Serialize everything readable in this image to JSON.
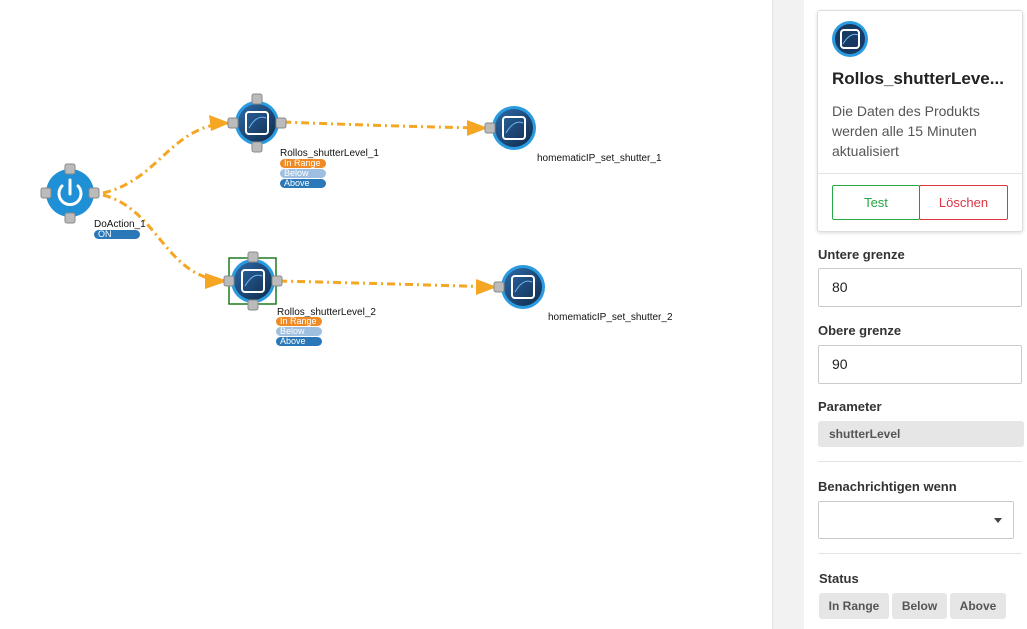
{
  "flow": {
    "nodes": {
      "doaction": {
        "label": "DoAction_1",
        "tag": "ON"
      },
      "level1": {
        "label": "Rollos_shutterLevel_1",
        "tags": [
          "In Range",
          "Below",
          "Above"
        ]
      },
      "level2": {
        "label": "Rollos_shutterLevel_2",
        "tags": [
          "In Range",
          "Below",
          "Above"
        ]
      },
      "set1": {
        "label": "homematicIP_set_shutter_1"
      },
      "set2": {
        "label": "homematicIP_set_shutter_2"
      }
    },
    "colors": {
      "edge": "#f5a623",
      "power": "#1f8fd6",
      "device_dark": "#173a63",
      "device_ring": "#2a9be0",
      "selected": "#1e7a1e"
    }
  },
  "panel": {
    "card": {
      "title": "Rollos_shutterLeve...",
      "description": "Die Daten des Produkts werden alle 15 Minuten aktualisiert",
      "test_label": "Test",
      "delete_label": "Löschen"
    },
    "lower_limit": {
      "label": "Untere grenze",
      "value": "80"
    },
    "upper_limit": {
      "label": "Obere grenze",
      "value": "90"
    },
    "parameter": {
      "label": "Parameter",
      "value": "shutterLevel"
    },
    "notify": {
      "label": "Benachrichtigen wenn",
      "value": ""
    },
    "status": {
      "label": "Status",
      "options": [
        "In Range",
        "Below",
        "Above"
      ]
    }
  }
}
